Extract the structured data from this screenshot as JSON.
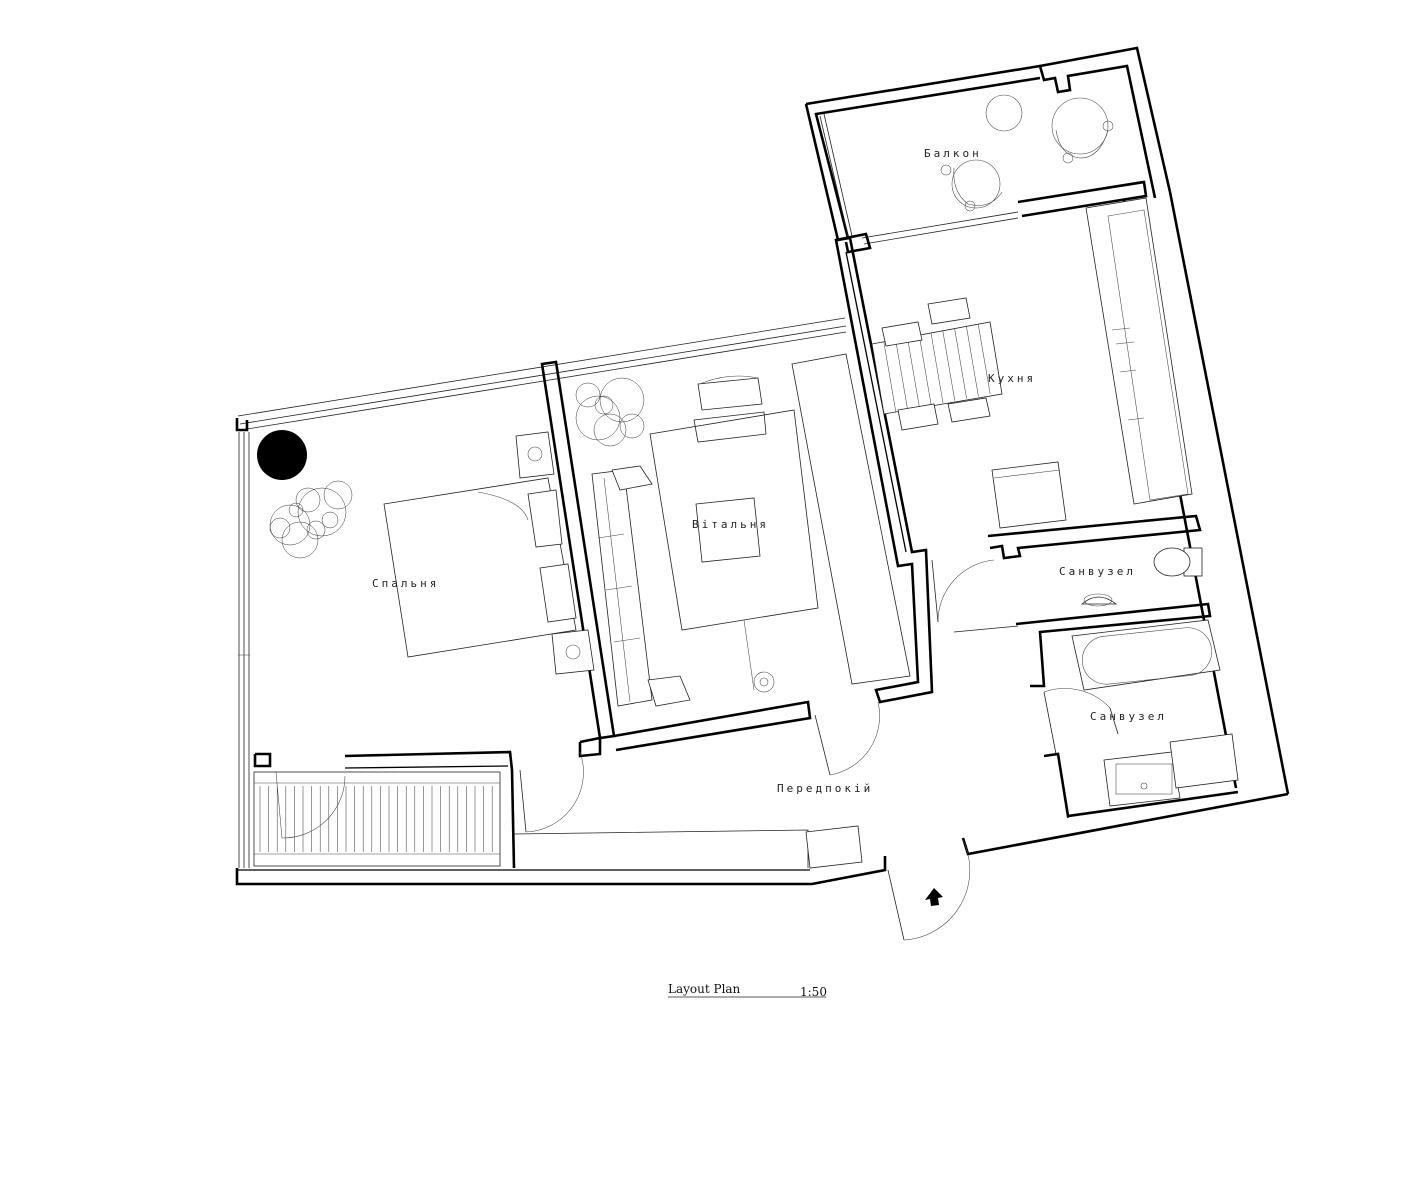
{
  "rooms": {
    "balcony": "Балкон",
    "kitchen": "Кухня",
    "living": "Вітальня",
    "bedroom": "Спальня",
    "bathroom_1": "Санвузел",
    "bathroom_2": "Санвузел",
    "hallway": "Передпокій"
  },
  "plan_title": {
    "name": "Layout Plan",
    "scale": "1:50"
  }
}
